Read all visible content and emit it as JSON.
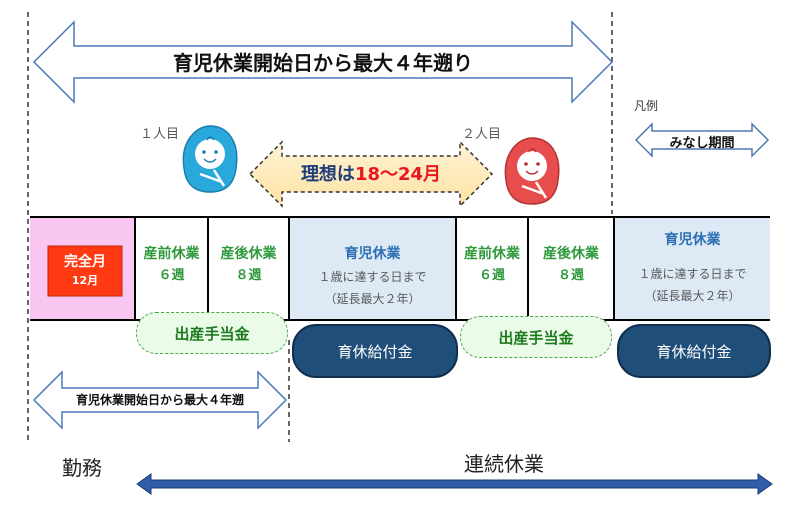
{
  "top_span": {
    "label": "育児休業開始日から最大４年遡り"
  },
  "legend": {
    "title": "凡例",
    "item_label": "みなし期間"
  },
  "children": [
    {
      "label": "１人目"
    },
    {
      "label": "２人目"
    }
  ],
  "ideal": {
    "prefix": "理想は",
    "value": "18～24月"
  },
  "full_month": {
    "title": "完全月",
    "months": "12月"
  },
  "segments": {
    "pre1": {
      "title": "産前休業",
      "weeks": "６週"
    },
    "post1": {
      "title": "産後休業",
      "weeks": "８週"
    },
    "child1": {
      "title": "育児休業",
      "line1": "１歳に達する日まで",
      "line2": "（延長最大２年）"
    },
    "pre2": {
      "title": "産前休業",
      "weeks": "６週"
    },
    "post2": {
      "title": "産後休業",
      "weeks": "８週"
    },
    "child2": {
      "title": "育児休業",
      "line1": "１歳に達する日まで",
      "line2": "（延長最大２年）"
    }
  },
  "benefits": {
    "birth1": "出産手当金",
    "childcare1": "育休給付金",
    "birth2": "出産手当金",
    "childcare2": "育休給付金"
  },
  "bottom_span": {
    "label": "育児休業開始日から最大４年遡"
  },
  "labels": {
    "work": "勤務",
    "continuous_leave": "連続休業"
  },
  "colors": {
    "pink": "#f9c6f1",
    "light_blue": "#dde9f5",
    "full_month_red": "#ff3a12",
    "child1_face": "#29a8dc",
    "child2_face": "#e84d4d",
    "benefit_dark": "#1f4e79",
    "leave_arrow": "#2f5da8"
  }
}
